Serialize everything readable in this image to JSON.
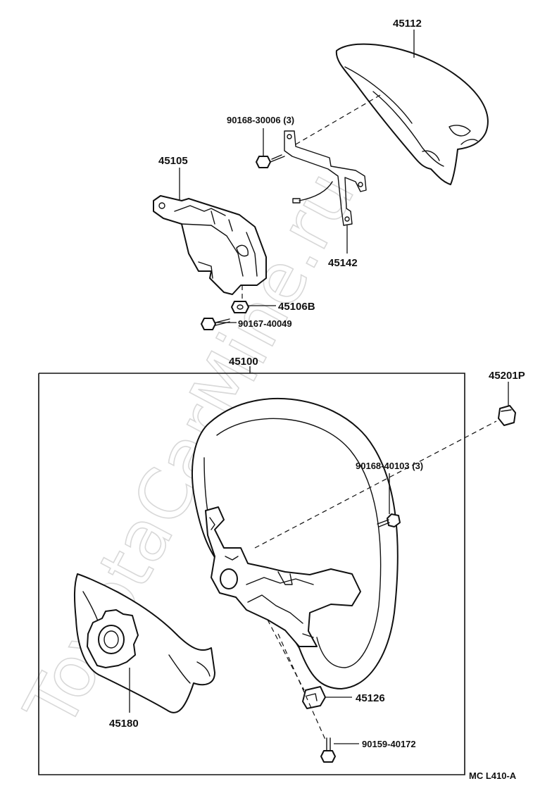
{
  "watermark": "ToyotaCarMine.ru",
  "labels": {
    "p45112": "45112",
    "p90168_30006": "90168-30006 (3)",
    "p45105": "45105",
    "p45142": "45142",
    "p45106b": "45106B",
    "p90167_40049": "90167-40049",
    "p45100": "45100",
    "p45201p": "45201P",
    "p90168_40103": "90168-40103 (3)",
    "p45126": "45126",
    "p45180": "45180",
    "p90159_40172": "90159-40172",
    "diagram_code": "MC  L410-A"
  }
}
